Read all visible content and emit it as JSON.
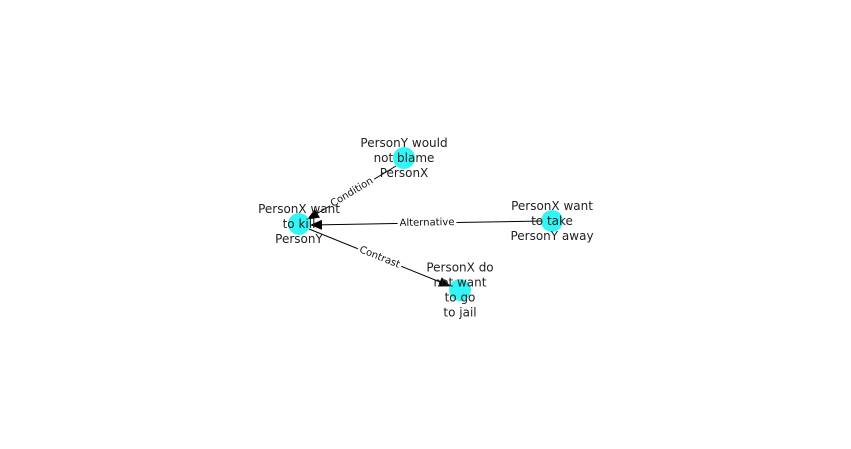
{
  "graph": {
    "node_color": "#33f5f5",
    "edge_color": "#000000",
    "nodes": [
      {
        "id": "n1",
        "lines": [
          "PersonX want",
          "to kill",
          "PersonY"
        ]
      },
      {
        "id": "n2",
        "lines": [
          "PersonY would",
          "not blame",
          "PersonX"
        ]
      },
      {
        "id": "n3",
        "lines": [
          "PersonX want",
          "to take",
          "PersonY away"
        ]
      },
      {
        "id": "n4",
        "lines": [
          "PersonX do",
          "not want",
          "to go",
          "to jail"
        ]
      }
    ],
    "edges": [
      {
        "id": "e1",
        "source": "n2",
        "target": "n1",
        "label": "Condition"
      },
      {
        "id": "e2",
        "source": "n3",
        "target": "n1",
        "label": "Alternative"
      },
      {
        "id": "e3",
        "source": "n1",
        "target": "n4",
        "label": "Contrast"
      }
    ]
  }
}
